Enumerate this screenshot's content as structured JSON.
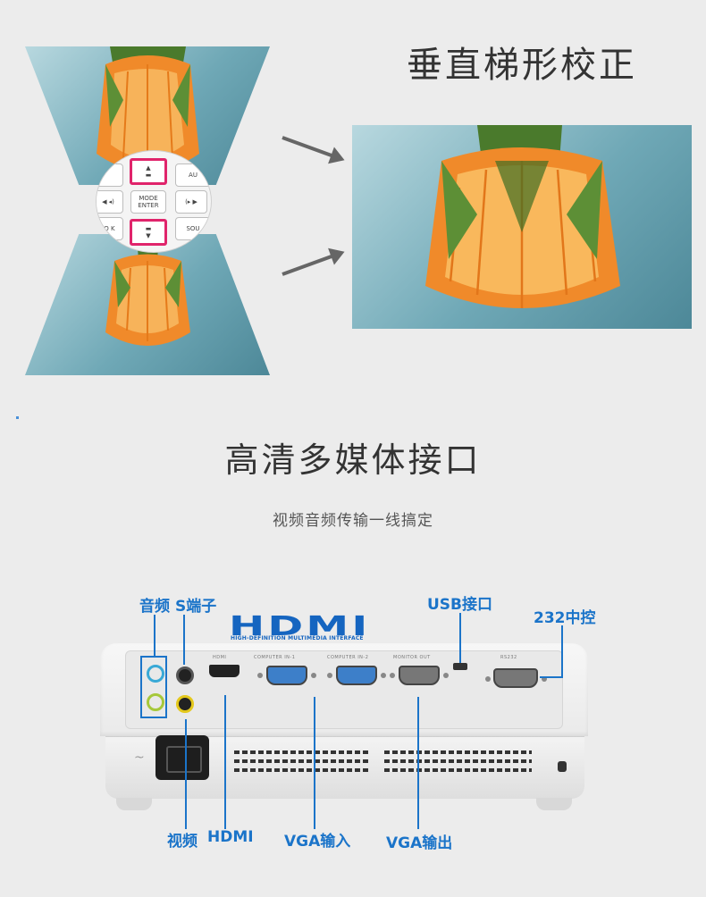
{
  "section_keystone": {
    "title": "垂直梯形校正",
    "keypad": {
      "mode_enter": "MODE ENTER",
      "left_partial": "AU",
      "right_partial": "SOU",
      "eco_partial": "CO K"
    }
  },
  "section_interfaces": {
    "title": "高清多媒体接口",
    "subtitle": "视频音频传输一线搞定",
    "hdmi_logo": "HDMI",
    "hdmi_tagline": "HIGH-DEFINITION MULTIMEDIA INTERFACE",
    "callouts": {
      "audio": "音频",
      "s_video": "S端子",
      "usb": "USB接口",
      "rs232": "232中控",
      "video": "视频",
      "hdmi": "HDMI",
      "vga_in": "VGA输入",
      "vga_out": "VGA输出"
    },
    "port_labels": {
      "hdmi": "HDMI",
      "computer_in_1": "COMPUTER IN-1",
      "computer_in_2": "COMPUTER IN-2",
      "monitor_out": "MONITOR OUT",
      "rs232": "RS232"
    }
  },
  "colors": {
    "callout_blue": "#1b74c9",
    "keypad_highlight": "#e0246b"
  }
}
